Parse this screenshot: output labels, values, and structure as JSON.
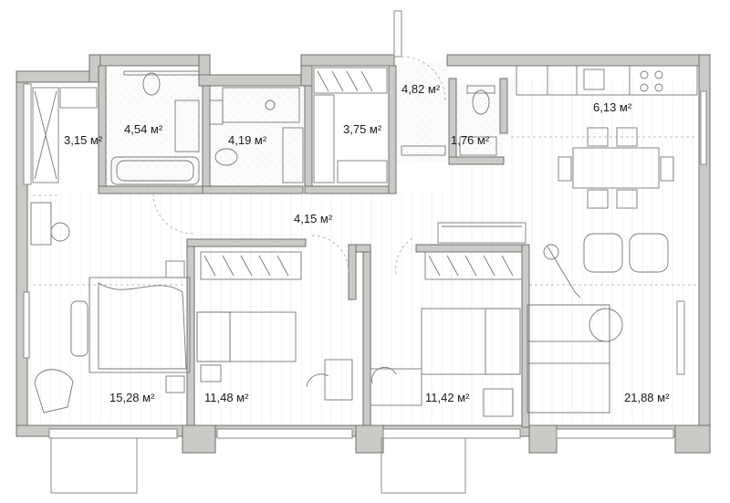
{
  "rooms": [
    {
      "id": "loggia",
      "area": "3,15 м²"
    },
    {
      "id": "bathroom-1",
      "area": "4,54 м²"
    },
    {
      "id": "bathroom-2",
      "area": "4,19 м²"
    },
    {
      "id": "wardrobe",
      "area": "3,75 м²"
    },
    {
      "id": "entrance",
      "area": "4,82 м²"
    },
    {
      "id": "wc",
      "area": "1,76 м²"
    },
    {
      "id": "kitchen",
      "area": "6,13 м²"
    },
    {
      "id": "corridor",
      "area": "4,15 м²"
    },
    {
      "id": "bedroom-master",
      "area": "15,28 м²"
    },
    {
      "id": "bedroom-2",
      "area": "11,48 м²"
    },
    {
      "id": "bedroom-3",
      "area": "11,42 м²"
    },
    {
      "id": "living-room",
      "area": "21,88 м²"
    }
  ]
}
